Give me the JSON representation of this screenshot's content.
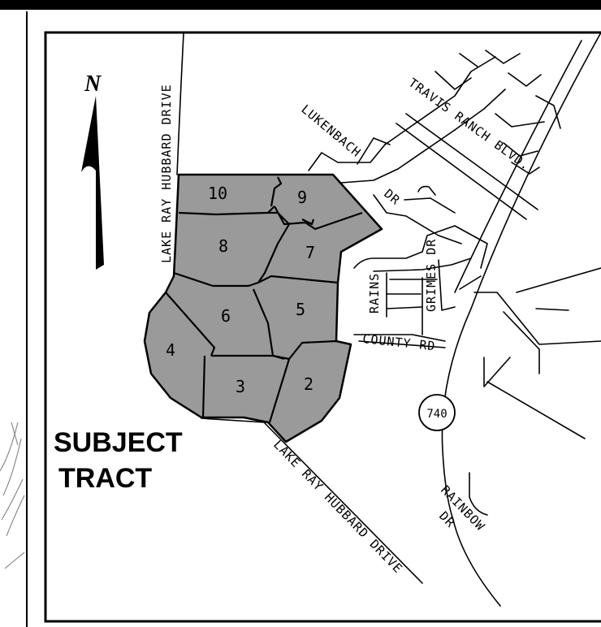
{
  "north_label": "N",
  "subject_tract": {
    "line1": "SUBJECT",
    "line2": "TRACT"
  },
  "roads": {
    "lake_ray_hubbard_north": "LAKE RAY HUBBARD DRIVE",
    "lake_ray_hubbard_south": "LAKE RAY HUBBARD DRIVE",
    "travis_ranch": "TRAVIS RANCH BLVD.",
    "lukenbach": "LUKENBACH",
    "lukenbach_dr": "DR",
    "grimes": "GRIMES DR",
    "rains": "RAINS",
    "county_rd": "COUNTY RD",
    "highway_shield": "740",
    "rainbow": "RAINBOW",
    "rainbow_dr": "DR"
  },
  "lots": [
    "10",
    "9",
    "8",
    "7",
    "6",
    "5",
    "4",
    "3",
    "2"
  ],
  "colors": {
    "lot_fill": "#9a9a9a",
    "line": "#000000",
    "background": "#ffffff"
  }
}
